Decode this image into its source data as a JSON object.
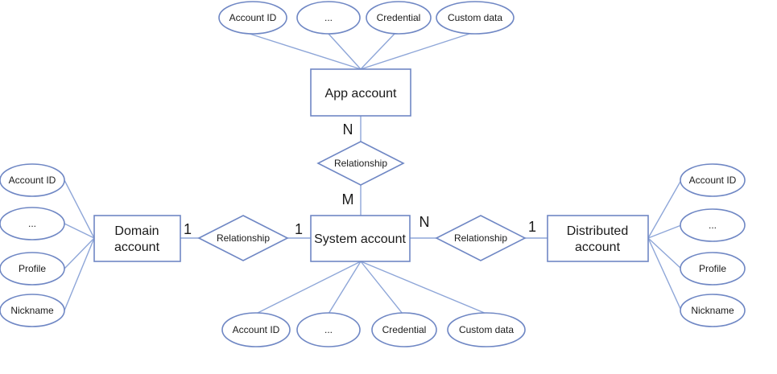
{
  "entities": {
    "app": "App account",
    "domain_l1": "Domain",
    "domain_l2": "account",
    "system": "System account",
    "distributed_l1": "Distributed",
    "distributed_l2": "account"
  },
  "relationships": {
    "app_system": "Relationship",
    "domain_system": "Relationship",
    "system_distributed": "Relationship"
  },
  "cardinalities": {
    "app_n": "N",
    "system_m": "M",
    "domain_1": "1",
    "system_1": "1",
    "system_n": "N",
    "distributed_1": "1"
  },
  "attributes": {
    "app": [
      "Account ID",
      "...",
      "Credential",
      "Custom data"
    ],
    "domain": [
      "Account ID",
      "...",
      "Profile",
      "Nickname"
    ],
    "system": [
      "Account ID",
      "...",
      "Credential",
      "Custom data"
    ],
    "distributed": [
      "Account ID",
      "...",
      "Profile",
      "Nickname"
    ]
  },
  "colors": {
    "outline": "#6f87c4",
    "connector": "#8ea6d8",
    "text": "#1a1a1a"
  }
}
